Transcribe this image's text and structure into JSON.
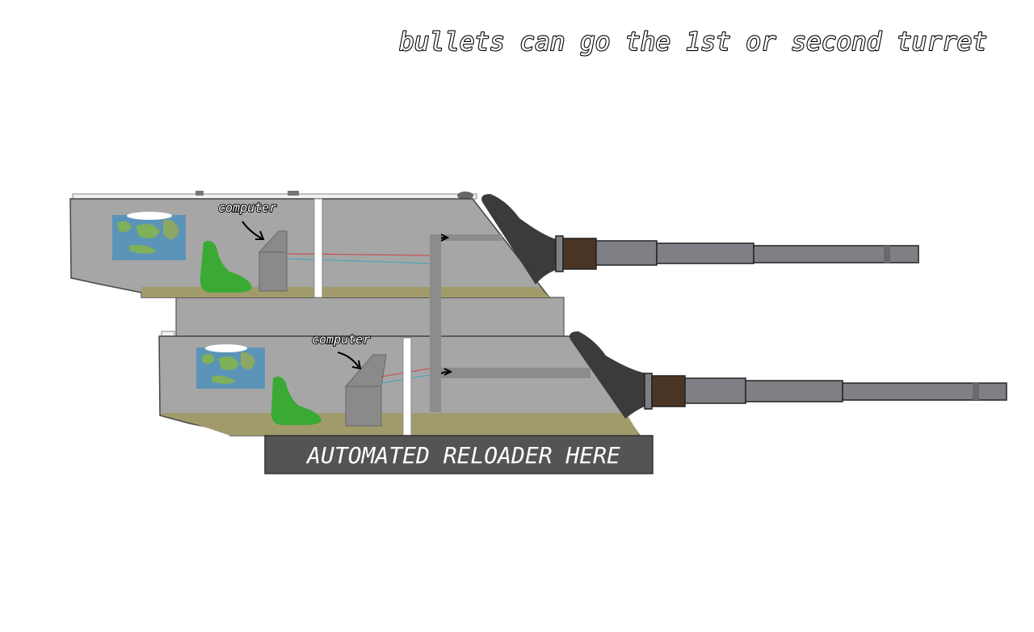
{
  "header": {
    "note": "bullets can go the 1st or second turret"
  },
  "upper_turret": {
    "computer_label": "computer"
  },
  "lower_turret": {
    "computer_label": "computer"
  },
  "reloader": {
    "label": "AUTOMATED RELOADER HERE"
  },
  "colors": {
    "hull": "#a6a6a6",
    "floor": "#a19b6c",
    "barrel": "#7f8085",
    "breech_brown": "#4a3423",
    "mantlet": "#3b3b3b",
    "seat": "#3aaa35",
    "map_water": "#5b94b8",
    "reloader_box": "#545454",
    "ammo_chute": "#8c8c8c"
  }
}
